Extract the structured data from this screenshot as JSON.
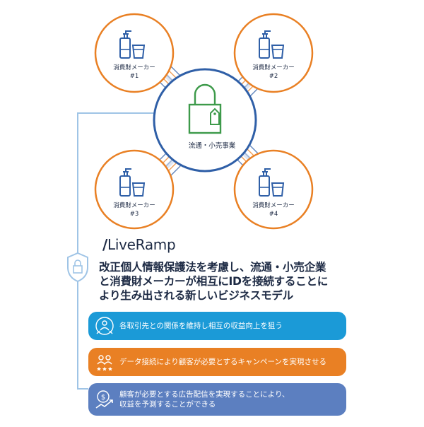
{
  "brand": {
    "slash": "/",
    "name": "LiveRamp"
  },
  "center": {
    "label": "流通・小売事業",
    "icon": "padlock-tag-icon"
  },
  "manufacturers": [
    {
      "line1": "消費財メーカー",
      "line2": "#1"
    },
    {
      "line1": "消費財メーカー",
      "line2": "#2"
    },
    {
      "line1": "消費財メーカー",
      "line2": "#3"
    },
    {
      "line1": "消費財メーカー",
      "line2": "#4"
    }
  ],
  "headline": {
    "line1": "改正個人情報保護法を考慮し、流通・小売企業",
    "line2": "と消費財メーカーが相互にIDを接続することに",
    "line3": "より生み出される新しいビジネスモデル"
  },
  "benefits": [
    {
      "text": "各取引先との関係を維持し相互の収益向上を狙う",
      "icon": "handshake-icon"
    },
    {
      "text": "データ接続により顧客が必要とするキャンペーンを実現させる",
      "icon": "audience-stars-icon"
    },
    {
      "line1": "顧客が必要とする広告配信を実現することにより、",
      "line2": "収益を予測することができる",
      "icon": "revenue-growth-icon"
    }
  ],
  "colors": {
    "navy": "#1d2a44",
    "orange": "#e98024",
    "blue": "#2f5fa7",
    "green": "#3d9a4a",
    "pill_blue": "#1b9ad7",
    "pill_orange": "#e98024",
    "pill_slate": "#5c7fc0",
    "connector": "#9fc4e6"
  }
}
